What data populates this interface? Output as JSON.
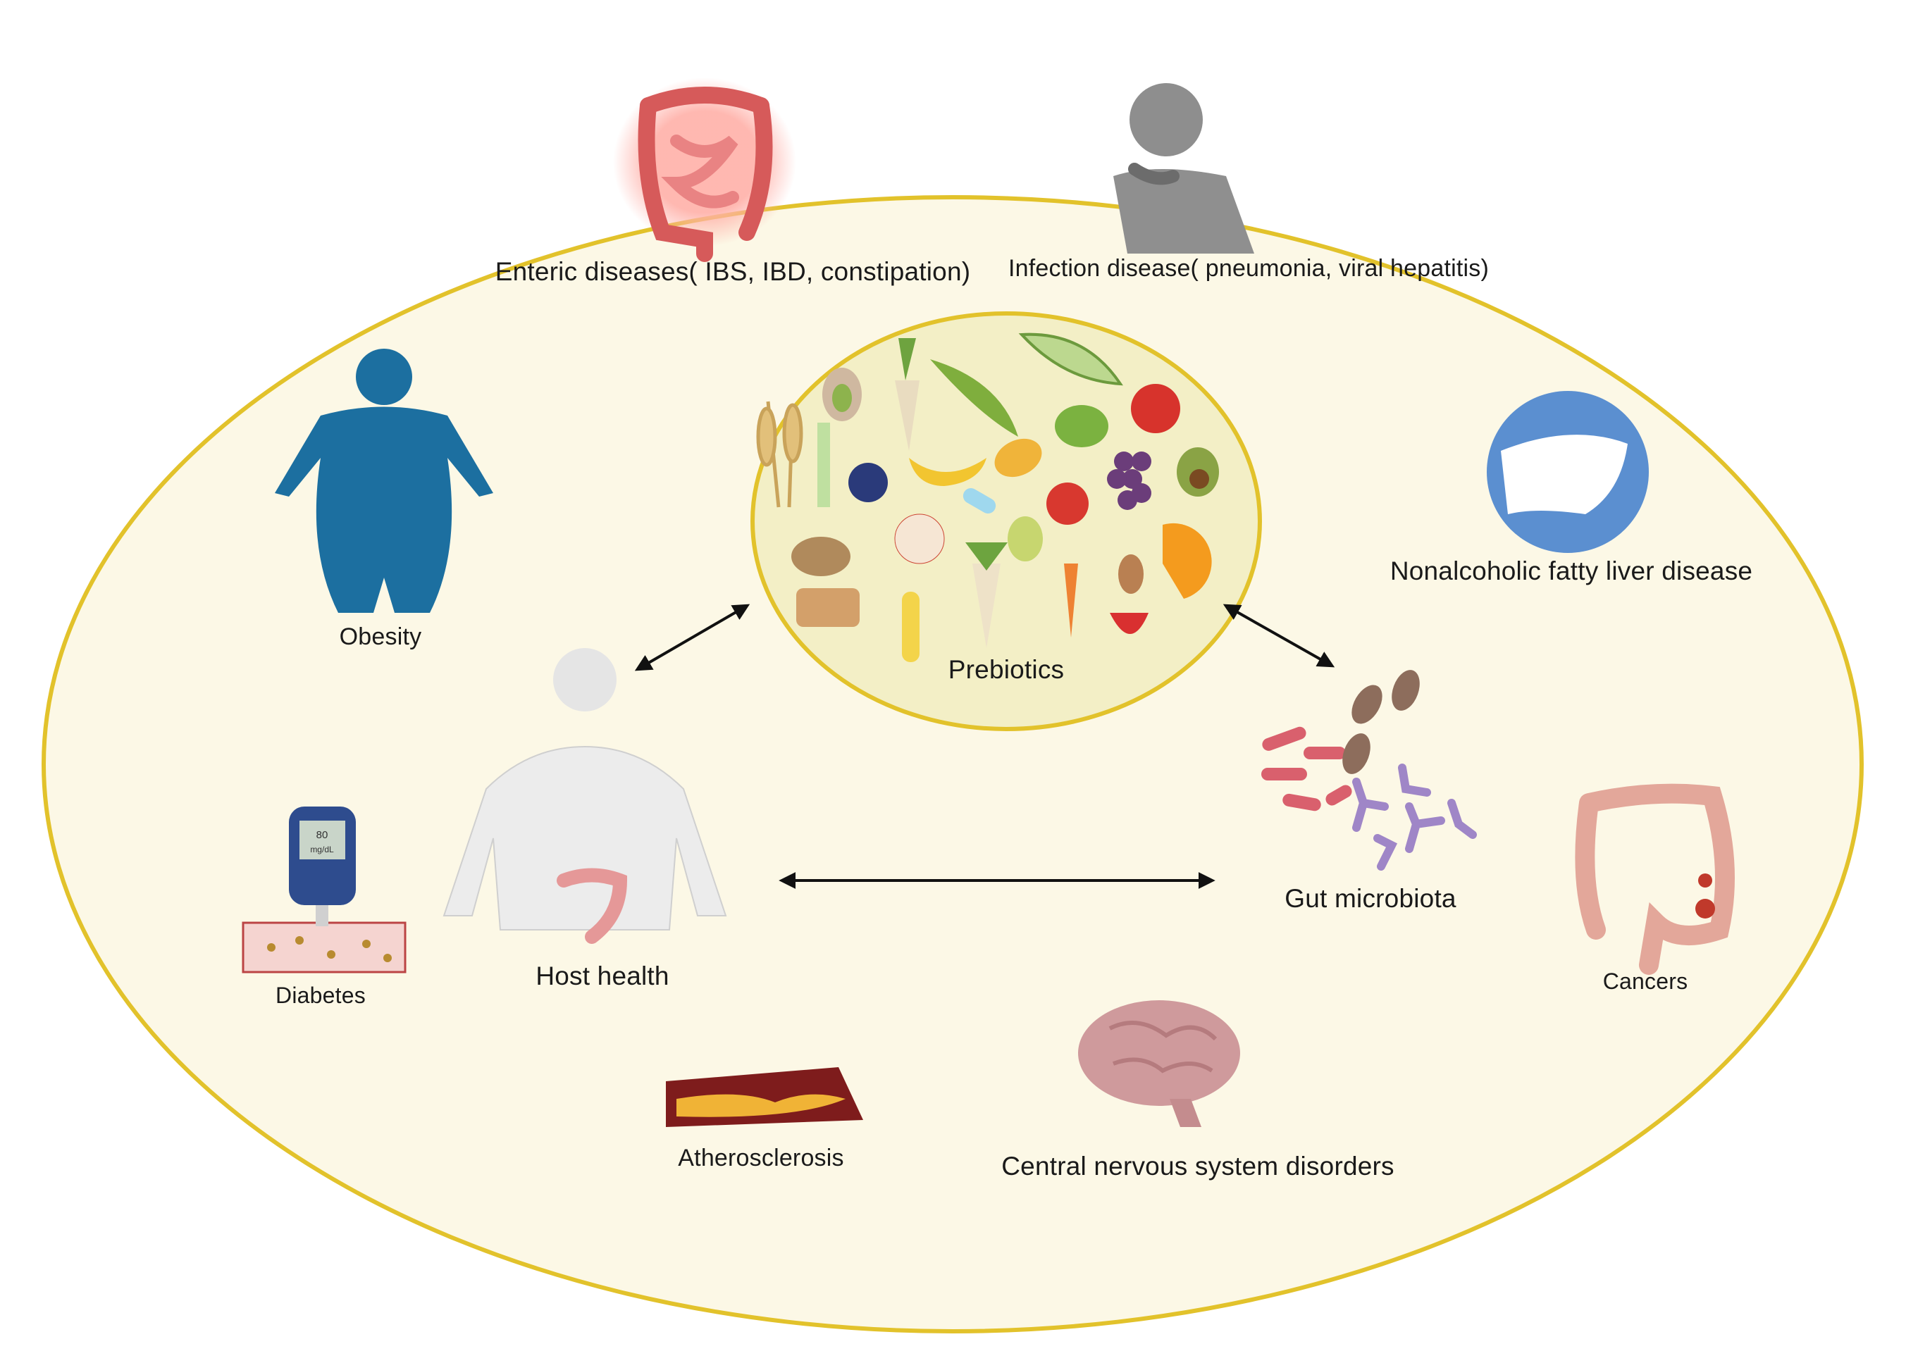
{
  "labels": {
    "enteric": "Enteric diseases( IBS, IBD, constipation)",
    "infection": "Infection disease( pneumonia, viral hepatitis)",
    "obesity": "Obesity",
    "nafld": "Nonalcoholic fatty liver disease",
    "prebiotics": "Prebiotics",
    "host_health": "Host health",
    "gut_microbiota": "Gut microbiota",
    "diabetes": "Diabetes",
    "cancers": "Cancers",
    "atherosclerosis": "Atherosclerosis",
    "cns": "Central nervous system disorders"
  },
  "glucometer": {
    "value": "80",
    "unit": "mg/dL"
  },
  "colors": {
    "outer_fill": "#fcf8e6",
    "outer_stroke": "#e2c22b",
    "inner_fill": "#f3efc6",
    "obesity_blue": "#1c6fa0",
    "liver_circle": "#5b8fd0",
    "intestine_red": "#e07a78",
    "brain_pink": "#cf9a9c",
    "bacteria_purple": "#9f86c7",
    "bacteria_red": "#d9606d"
  },
  "icons": [
    "intestine-icon",
    "coughing-person-icon",
    "obese-person-icon",
    "liver-icon",
    "food-collage-icon",
    "human-body-icon",
    "bacteria-icon",
    "glucometer-icon",
    "colon-cancer-icon",
    "artery-plaque-icon",
    "brain-icon"
  ]
}
